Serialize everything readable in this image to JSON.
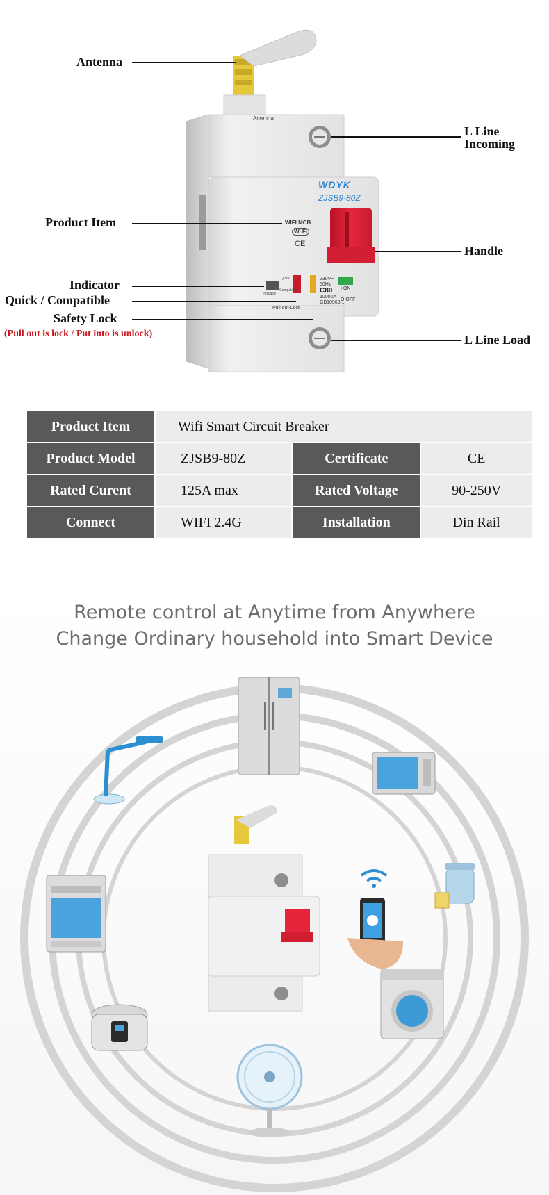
{
  "diagram": {
    "callouts": {
      "antenna": "Antenna",
      "product_item": "Product Item",
      "indicator": "Indicator",
      "quick_compatible": "Quick / Compatible",
      "safety_lock": "Safety Lock",
      "lock_note": "(Pull out is lock / Put into is unlock)",
      "l_line_incoming_1": "L Line",
      "l_line_incoming_2": "Incoming",
      "handle": "Handle",
      "l_line_load": "L Line Load"
    },
    "device": {
      "antenna_text": "Antenna",
      "brand": "WDYK",
      "model": "ZJSB9-80Z",
      "wifi_mcb": "WIFI MCB",
      "wifi": "Wi Fi",
      "ce": "CE",
      "volts": "230V~",
      "hz": "50Hz",
      "rating": "C80",
      "breaking": "10000A",
      "standard": "GB10963.1",
      "on": "I ON",
      "off": "O OFF",
      "pull_out_lock": "Pull out-Lock",
      "indicator_small": "Indicator",
      "quick_small": "Quick",
      "compatible_small": "Compatible"
    }
  },
  "spec_table": {
    "product_item_label": "Product Item",
    "product_item_value": "Wifi Smart Circuit Breaker",
    "product_model_label": "Product Model",
    "product_model_value": "ZJSB9-80Z",
    "certificate_label": "Certificate",
    "certificate_value": "CE",
    "rated_current_label": "Rated Curent",
    "rated_current_value": "125A max",
    "rated_voltage_label": "Rated Voltage",
    "rated_voltage_value": "90-250V",
    "connect_label": "Connect",
    "connect_value": "WIFI 2.4G",
    "installation_label": "Installation",
    "installation_value": "Din Rail"
  },
  "promo": {
    "headline_1": "Remote control at Anytime from Anywhere",
    "headline_2": "Change Ordinary household into Smart Device"
  },
  "colors": {
    "handle_red": "#e5253a",
    "header_gray": "#595959",
    "cell_gray": "#ececec",
    "note_red": "#c8161d",
    "brand_blue": "#2f86d6"
  }
}
